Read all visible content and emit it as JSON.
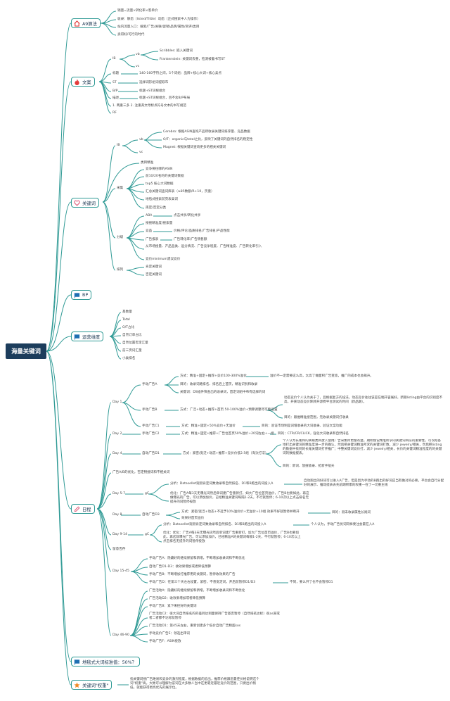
{
  "root": "海量关键词",
  "colors": {
    "line": "#2f9a95",
    "root_bg": "#1c3d5c",
    "icon_red": "#e33b3b",
    "icon_blue": "#1f6fb2",
    "icon_pink": "#e05a7a",
    "icon_orange": "#f08a24"
  },
  "branches": {
    "a9": {
      "label": "A9算法",
      "icon": "home-icon",
      "items": [
        "销量=流量×转化率×客单价",
        "收录：静态（listed/Tittle）动态（正式搜索中人为操作）",
        "站内流量入口：搜索/广告/关联/促销/品牌/属性/资评/类目",
        "卖得好/可行的时代"
      ]
    },
    "copy": {
      "label": "文案",
      "icon": "fire-icon",
      "ib": "IB",
      "vb": "vb",
      "vc": "vc",
      "scribbles": "Scribbles: 嵌入关键词",
      "frankenstein": "Frankenstein: 关键词去重，检测被着书写ST",
      "title": "标题",
      "title_desc": "140-160字符之间，5个词组：品牌+核心大词+核心卖点",
      "st": "ST",
      "st_desc": "选择词形组词提取布",
      "bp": "B/P",
      "bp_desc": "标题+ST词根组合",
      "desc": "描述",
      "desc_text": "标题+ST词根组合，且不含B/P布局",
      "rule": "1. 两重三多 2. 注重英文母标点符号文本的书写规范",
      "rr": "RF"
    },
    "keyword": {
      "label": "关键词",
      "icon": "heart-icon",
      "ib": "IB",
      "vb": "vb",
      "vc": "vc",
      "cerebro": "Cerebro: 根据ASIN查询产品所收录关键词排序量、竞品数据",
      "ot": "O/T：organic与total之比，反映了关键词的自然排名的稳定性",
      "magnet": "Magnet: 根据关键词查询更多的相关关键词",
      "cluster": "类目精准",
      "collect": "采集",
      "collect_items": [
        "竞争要往哪的ASIN",
        "前10/20名的的关键词数据",
        "top5 核心大词数据",
        "汇总关键词查词库表（≥85数额/R+10，页重）",
        "地毯式搜索前页表高词",
        "再定/否定分类"
      ],
      "classify": "分级",
      "aba": "ABA",
      "aba_desc": "点击共享/转化共享",
      "classify_items": [
        "按搜精准度/搜索量"
      ],
      "bid": "竞品",
      "bid_desc": "价格/评论/品质排名/广告排名/产品性能",
      "ad": "广告报表",
      "ad_desc": "广告转化率/广告销售额",
      "rank": "从市场搜量、产品品类、运分情况、广告竞争程度、广告精准度、广告转化率引入",
      "extra": "竞价minimum建议竞价",
      "order": "排列",
      "order_items": [
        "肯定关键词",
        "否定关键词"
      ]
    },
    "bp": {
      "label": "BP",
      "icon": "flag-icon"
    },
    "ops": {
      "label": "运营维度",
      "icon": "flag-icon",
      "items": [
        "基数量",
        "Total",
        "O/T占比",
        "自然订单占比",
        "自然位置否定汇量",
        "前三页词汇量",
        "小类排名"
      ]
    },
    "log": {
      "label": "日程",
      "icon": "pen-icon",
      "day1": "Day 1",
      "ad_a": "手动广告A",
      "ad_a_1": "方式：精准+固定+推荐+竞价100-300%溢价",
      "ad_a_1r": "溢价不一定需要这么高，太高了做面积广告变宽，推广的成本也会飙升。",
      "ad_a_2": "目的：收录词路排名、排名后上首页，精准识别和收录",
      "ad_a_3": "关键词：DS插件筛查出的收录词，首定词组中布有选择的词",
      "ad_b": "手动广告B",
      "ad_b_1": "方式：广泛+动态+推荐+首页 50-100%溢价+预算调整尽可能设置",
      "ad_b_1r": "动态竞价个人认为关于了，且根据复方的设法，动态竞价往往该是在端开容展好，新期listing由平台的识别度不高，开获动态竞价降牌开源费平台测试的时间（新品期）。",
      "ad_b_2r": "目的：跟维精准搜范围，无收录关键词打收录",
      "ad_c1": "手动广告C1",
      "ad_c1_1": "方式：精准+固定+50%竞价+无溢价",
      "ad_c1_1r": "目的：验证市场制是词增收录的大词收录、验证文案功能",
      "day2": "Day 2",
      "ad_c2": "手动广告C2",
      "ad_c2_1": "方式：精准+固定+推荐+广告位首页50%溢价+20词左右+一组",
      "ad_c2_1r": "目的：CTR/CR/CLICK，强化大词收录和自然排名",
      "day4": "Day 4",
      "ad_d1": "自动广告D1",
      "ad_d1_1": "方式：紧密/宽泛+动态+推荐+竞价价低2.5组（淘汰打法）",
      "ad_d1_1r": "个人认为长尾和的关联类目放入使用广告采集所更整有益。期所搜说精准所求的关键词目前的重要性，可以把各地打出关键词的精准度进一步的确认，然后把关键词精准所求的关键词打数，减少 jewelry/相关，然后把listing的数据中找到的长尾关键词打开推广；中整关键词竞价打，减少 jewelry/相关，长价的关键词精准程度的的关键词的数据报表。",
      "ad_d1_2r": "目的：新词、放搜收录、抢新手船天",
      "ab_note": "广告A/B的优化，否定物搜词和不相关词",
      "day57": "Day 5-7",
      "ab_c": "gC",
      "ab_c_1": "分析：Datasellet观测肯定词数收录和自然排名、D1和B跑出的词投入A",
      "ab_c_1r": "自动跑出的好词可以进入A广告，但是因为手动的B跑出的好词应当有做对的必要，平台会自行分配好的展示、推动提表去先前期积累的权重—在了一切重主线",
      "ab_c_2": "优化：广告A每3天无曝光词然后单词建广告重新打，如大广告位首页溢价，广告B也要如此，再这做曝光的广告。可以添加加价，已经精准关键词每隔1-2天，不行就暂停；6-10次以上点击排名无提升的词暂停投放",
      "day8": "Day 8",
      "ad_d3": "自动广告D3",
      "ad_d3_1": "方式：紧密/宽泛+动态+不选予10%溢价价+无溢价+10组 效果不好就暂停并断开",
      "ad_d3_2": "效果好首页溢价",
      "ad_d3_1r": "目的：测未收录属性长尾词",
      "day914": "Day 9-14",
      "gc2": "gC",
      "gc2_1": "分析：Datasellet观测肯定词数收录和自然排名、D1和B跑出的词投入A",
      "gc2_1r": "个人认为，手动广告优词同样要注会最在入A",
      "gc2_2": "优化：优化：广告A每3天无曝光词然后单词建广告重新打，加大广告位首页溢价，广告B也要如此，再这就曝光广告。可以添加加价，已经精准A的关键词每隔1-2天，不行就暂停；6-10次以上点击排名无提升的词暂停投放",
      "observe": "留意否存",
      "day1545": "Day 15-45",
      "d15_1": "手动广告A：隐藏好的继续保留和新增，不断增加收录词和不断优化",
      "d15_2": "自动广告D1-D3：收效果增加或者降低预算",
      "d15_3": "手动广告B：不断增加打推荐用的关键词，暂停收效果的广告",
      "d15_4": "手动广告D：在第三个天左右设置，紧密，不善宽定词，开启前暂停D1/D3",
      "d15_4r": "不同，要么开了也不会暂停D1",
      "day4690": "Day 46-90",
      "d46_1": "广告活动A：隐藏好的继续保留和新增，不断增加收录词和不断优化",
      "d46_2": "广告活动D2：收效果增加或者降低预算",
      "d46_3": "手动广告B：紧下来控好的关键词",
      "d46_4": "广告活动C2：很大词自然排名的的差到达到面保持广告基否暂停（自然排名达标）很as某或者二者都不达标就暂停",
      "d46_5": "广告活动D1：第45天左右，重新创建多个低价自动广告精超sos",
      "d46_6": "手动竞价广告E：领选出审词",
      "d46_7": "手动广告F：ASIN投放"
    },
    "precise": {
      "label": "地毯式大词标准值：50%？",
      "icon": "flag-icon"
    },
    "weight": {
      "label": "关键词\"权重\"",
      "icon": "star-icon",
      "text": "指关键词搜广告难易和竞争的激烈程度，根据数据的追出，推荐价格跟近最佳价格说明这个词\"权重\"高。大致可以理解为该词在大多数人当中在更靠近最近竞价的范围，只要出价稍低，就能获得更高优先的展示位。"
    }
  }
}
